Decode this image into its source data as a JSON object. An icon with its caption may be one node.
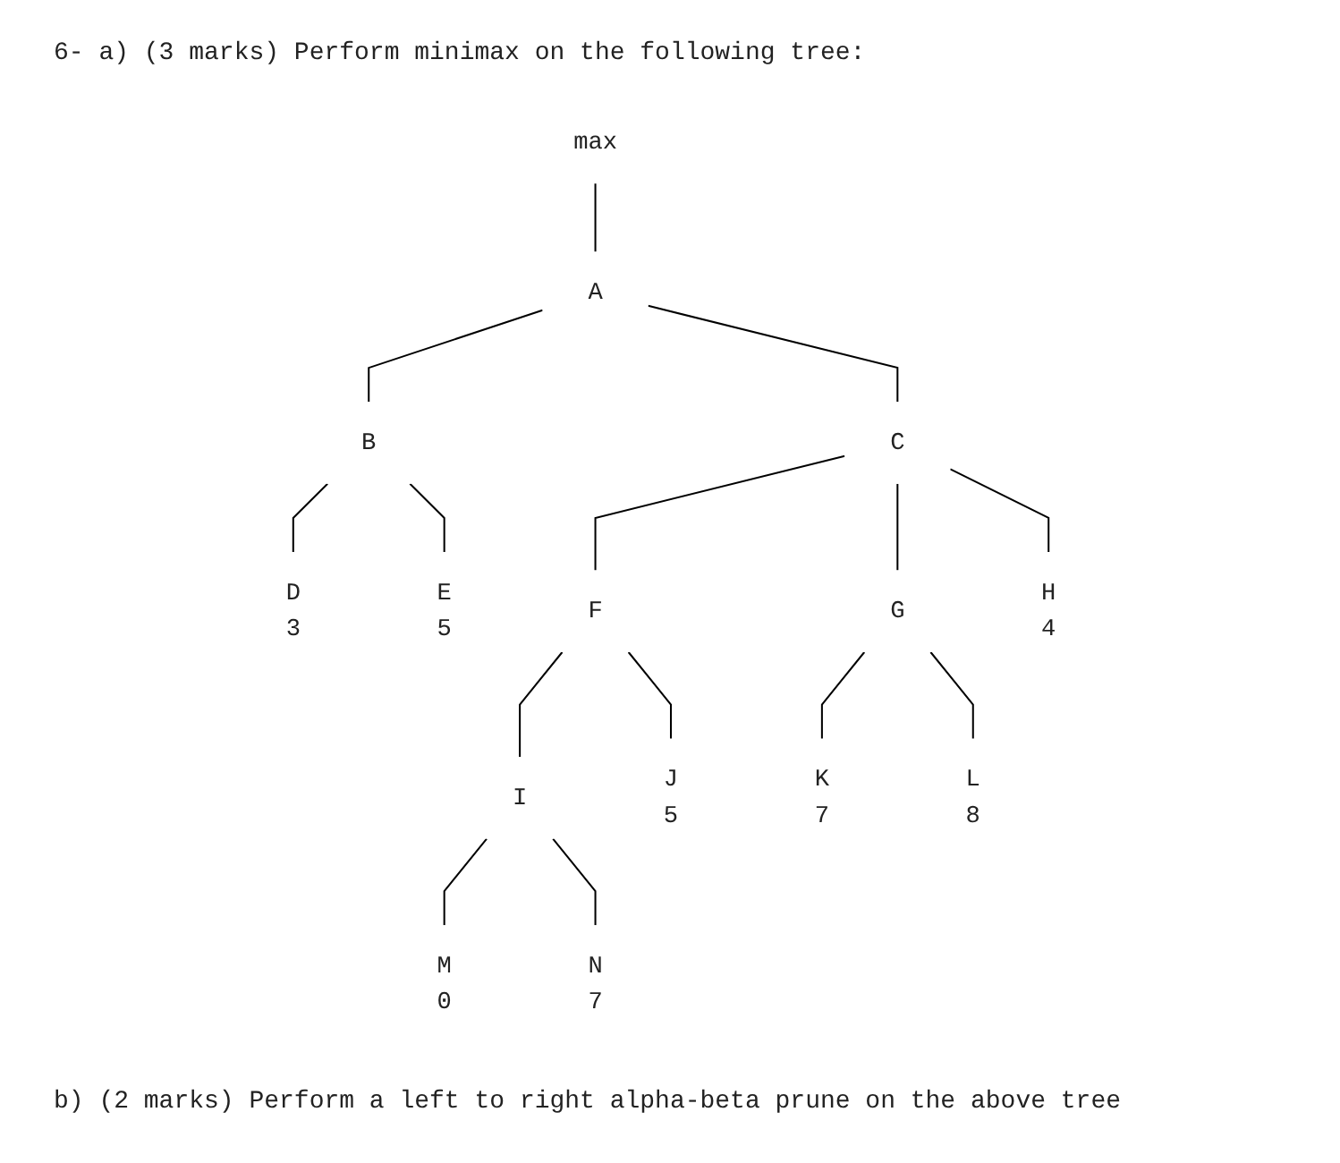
{
  "diagram": {
    "title": "6- a) (3 marks) Perform minimax on the following tree:",
    "nodes": [
      {
        "text": [
          "max"
        ]
      },
      {
        "text": [
          "A"
        ]
      },
      {
        "text": [
          "B"
        ]
      },
      {
        "text": [
          "C"
        ]
      },
      {
        "text": [
          "D",
          "3"
        ]
      },
      {
        "text": [
          "E",
          "5"
        ]
      },
      {
        "text": [
          "F"
        ]
      },
      {
        "text": [
          "G"
        ]
      },
      {
        "text": [
          "H",
          "4"
        ]
      },
      {
        "text": [
          "I"
        ]
      },
      {
        "text": [
          "J",
          "5"
        ]
      },
      {
        "text": [
          "K",
          "7"
        ]
      },
      {
        "text": [
          "L",
          "8"
        ]
      },
      {
        "text": [
          "M",
          "0"
        ]
      },
      {
        "text": [
          "N",
          "7"
        ]
      }
    ],
    "edges": [
      {
        "from": 0,
        "to": 1,
        "arrow": "none"
      },
      {
        "from": 1,
        "to": 2,
        "arrow": "none"
      },
      {
        "from": 1,
        "to": 3,
        "arrow": "none"
      },
      {
        "from": 2,
        "to": 4,
        "arrow": "none"
      },
      {
        "from": 2,
        "to": 5,
        "arrow": "none"
      },
      {
        "from": 3,
        "to": 6,
        "arrow": "none"
      },
      {
        "from": 3,
        "to": 7,
        "arrow": "none"
      },
      {
        "from": 3,
        "to": 8,
        "arrow": "none"
      },
      {
        "from": 6,
        "to": 9,
        "arrow": "none"
      },
      {
        "from": 6,
        "to": 10,
        "arrow": "none"
      },
      {
        "from": 7,
        "to": 11,
        "arrow": "none"
      },
      {
        "from": 7,
        "to": 12,
        "arrow": "none"
      },
      {
        "from": 9,
        "to": 13,
        "arrow": "none"
      },
      {
        "from": 9,
        "to": 14,
        "arrow": "none"
      }
    ],
    "labels": [
      "b) (2 marks) Perform a left to right alpha-beta prune on the above tree"
    ]
  }
}
